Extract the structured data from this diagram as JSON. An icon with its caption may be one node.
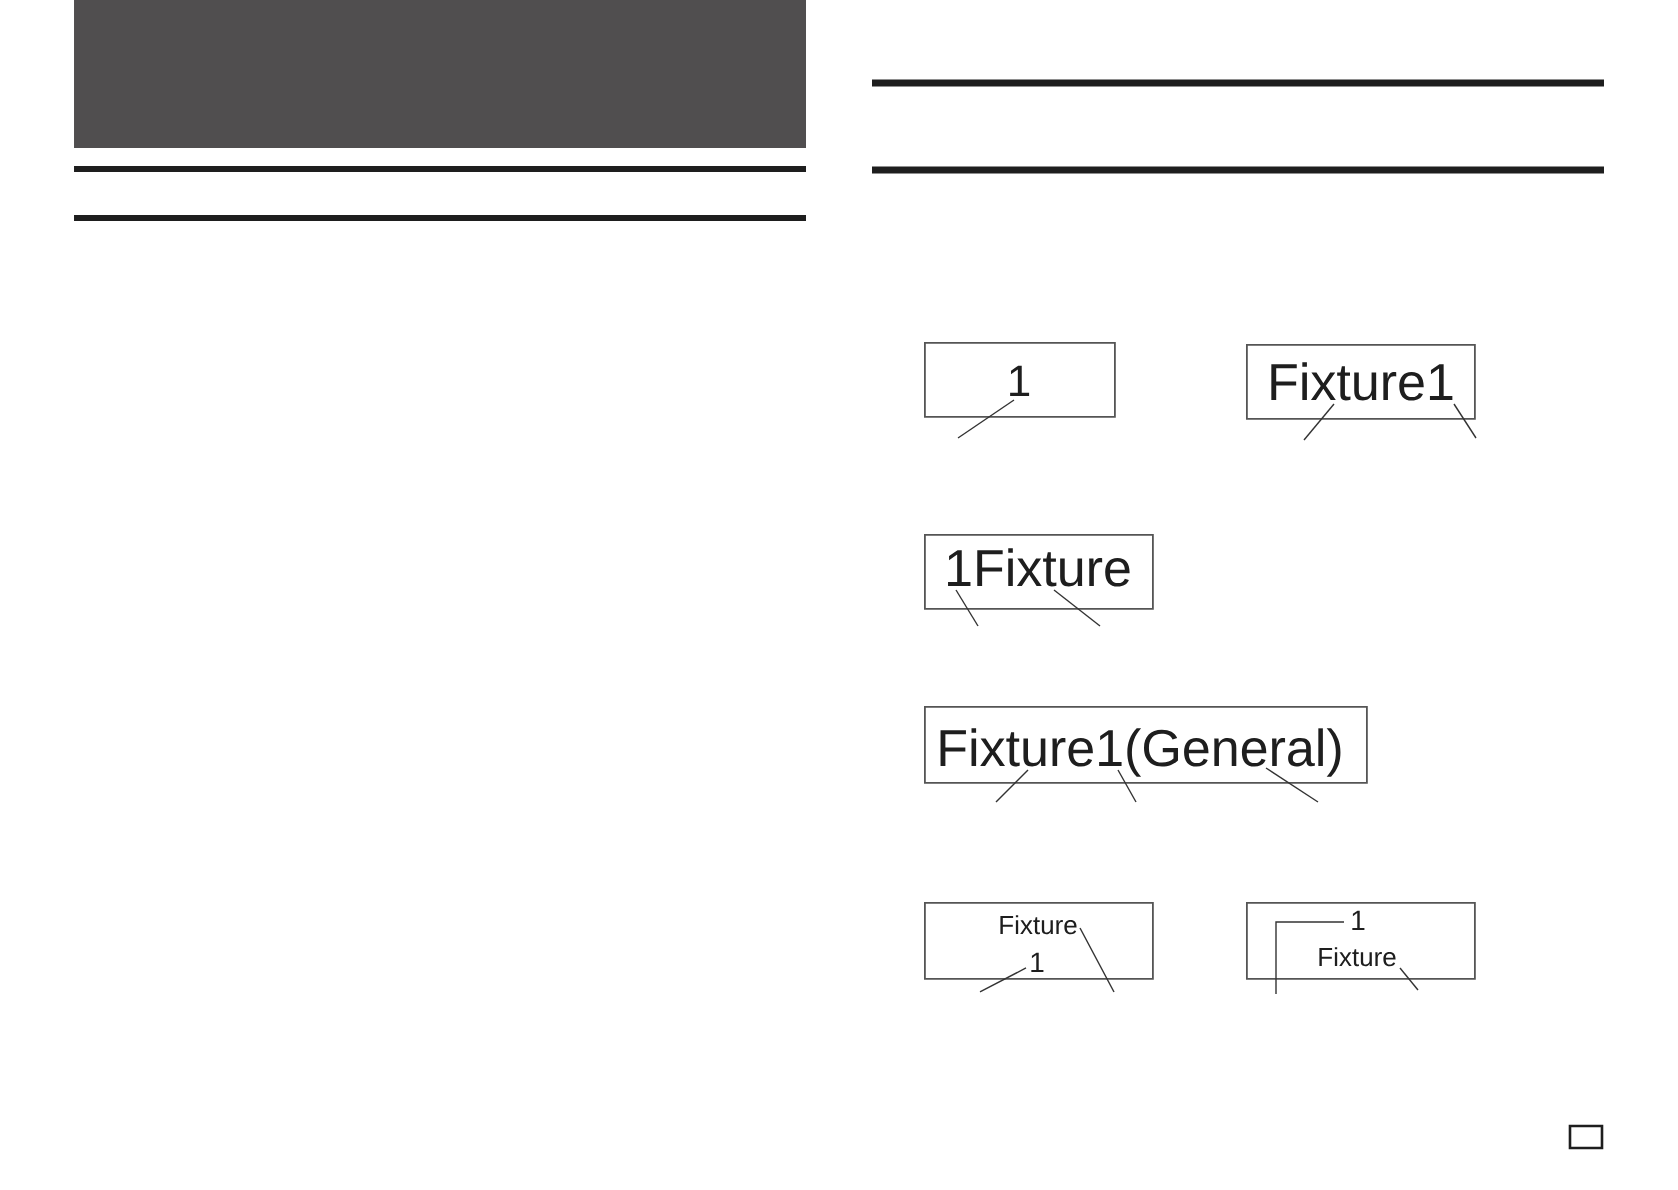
{
  "diagram": {
    "nodes": [
      {
        "text": [
          "1"
        ]
      },
      {
        "text": [
          "Fixture1"
        ]
      },
      {
        "text": [
          "1Fixture"
        ]
      },
      {
        "text": [
          "Fixture1(General)"
        ]
      },
      {
        "text": [
          "Fixture",
          "1"
        ]
      },
      {
        "text": [
          "1",
          "Fixture"
        ]
      }
    ],
    "edges": [
      {
        "from": null,
        "to": 0,
        "arrow": "none"
      },
      {
        "from": null,
        "to": 1,
        "arrow": "none"
      },
      {
        "from": null,
        "to": 1,
        "arrow": "none"
      },
      {
        "from": null,
        "to": 2,
        "arrow": "none"
      },
      {
        "from": null,
        "to": 2,
        "arrow": "none"
      },
      {
        "from": null,
        "to": 3,
        "arrow": "none"
      },
      {
        "from": null,
        "to": 3,
        "arrow": "none"
      },
      {
        "from": null,
        "to": 3,
        "arrow": "none"
      },
      {
        "from": null,
        "to": 4,
        "arrow": "none"
      },
      {
        "from": null,
        "to": 4,
        "arrow": "none"
      },
      {
        "from": null,
        "to": 5,
        "arrow": "none"
      },
      {
        "from": null,
        "to": 5,
        "arrow": "none"
      }
    ]
  }
}
